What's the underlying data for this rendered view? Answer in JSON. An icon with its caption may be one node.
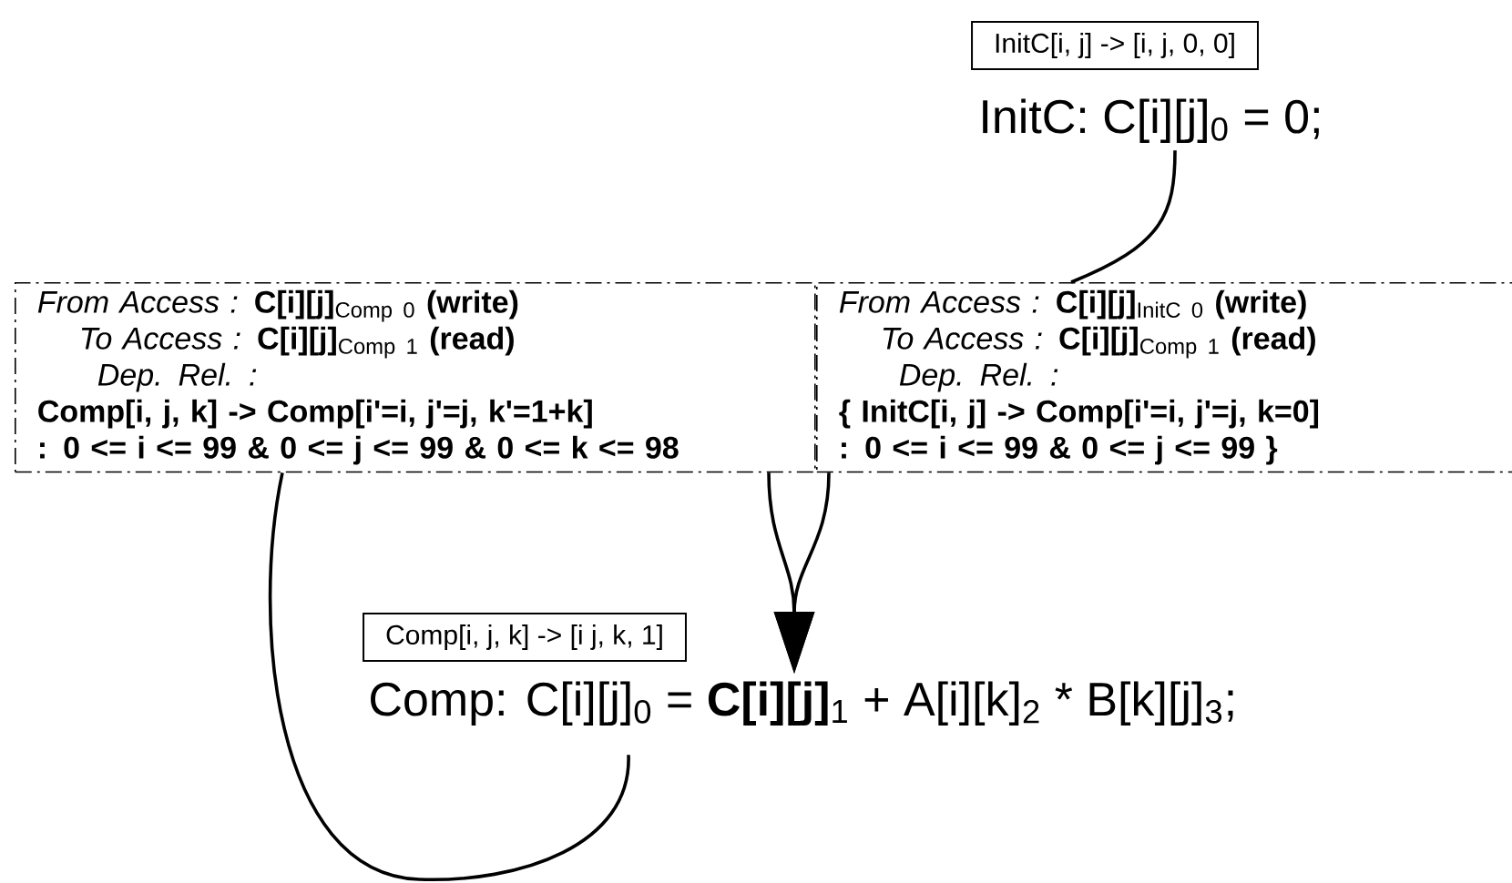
{
  "diagram": {
    "nodes": [
      {
        "text": [
          "InitC[i, j] -> [i, j, 0, 0]"
        ]
      },
      {
        "text": [
          "InitC: C[i][j]$_{0}$ = 0;"
        ]
      },
      {
        "text": [
          "*From Access :* **C[i][j]**$_{Comp 0}$ **(write)**",
          "*To Access :* **C[i][j]**$_{Comp 1}$ **(read)**",
          "Dep. Rel. :",
          "Comp[i, j, k] -> Comp[i'=i, j'=j, k'=1+k]",
          ": 0 <= i <= 99 & 0 <= j <= 99 & 0 <= k <= 98"
        ]
      },
      {
        "text": [
          "*From Access :* **C[i][j]**$_{InitC 0}$ **(write)**",
          "*To Access :* **C[i][j]**$_{Comp 1}$ **(read)**",
          "Dep. Rel. :",
          "{ InitC[i, j] -> Comp[i'=i, j'=j, k=0]",
          ": 0 <= i <= 99 & 0 <= j <= 99 }"
        ]
      },
      {
        "text": [
          "Comp[i, j, k] -> [i j, k, 1]"
        ]
      },
      {
        "text": [
          "Comp: C[i][j]$_{0}$ = **C[i][j]**$_{1}$ + A[i][k]$_{2}$ * B[k][j]$_{3}$;"
        ]
      }
    ],
    "edges": [
      {
        "from": 1,
        "to": 3,
        "arrow": "none"
      },
      {
        "from": 3,
        "to": 5,
        "arrow": "to"
      },
      {
        "from": 2,
        "to": 5,
        "arrow": "to"
      },
      {
        "from": 5,
        "to": 2,
        "arrow": "none"
      }
    ]
  }
}
